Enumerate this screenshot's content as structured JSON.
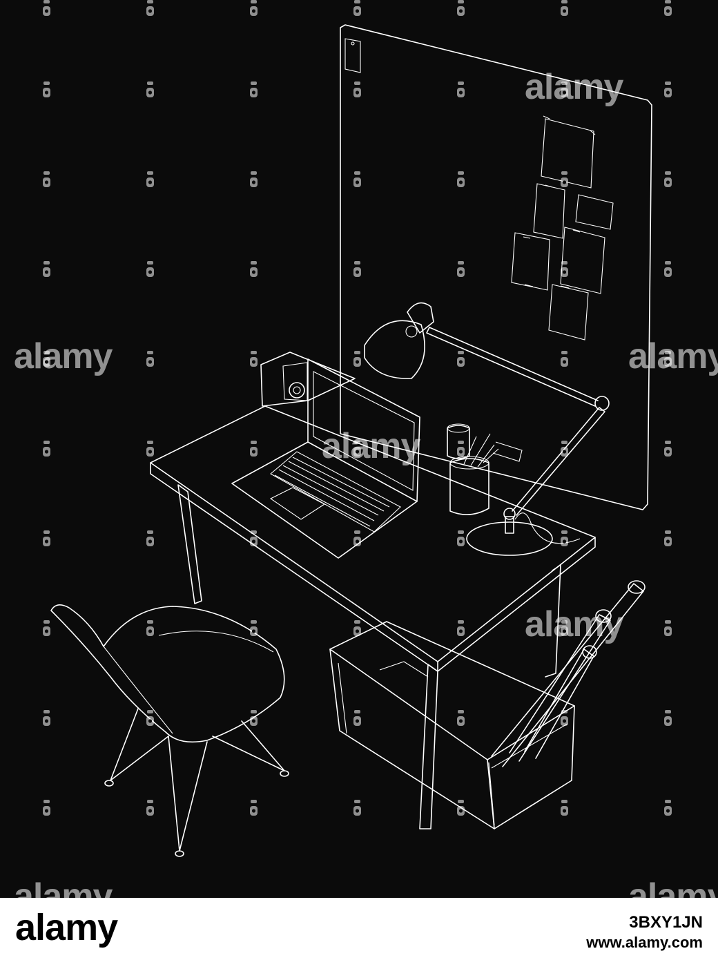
{
  "scene": {
    "description_icons": [
      "pinboard",
      "desk-lamp",
      "laptop",
      "camera",
      "pencil-cup",
      "paper-rolls",
      "storage-box",
      "chair"
    ],
    "line_color": "#ffffff",
    "background_color": "#0b0b0b"
  },
  "watermark": {
    "brand": "alamy"
  },
  "footer": {
    "logo": "alamy",
    "image_id": "3BXY1JN",
    "url": "www.alamy.com"
  }
}
